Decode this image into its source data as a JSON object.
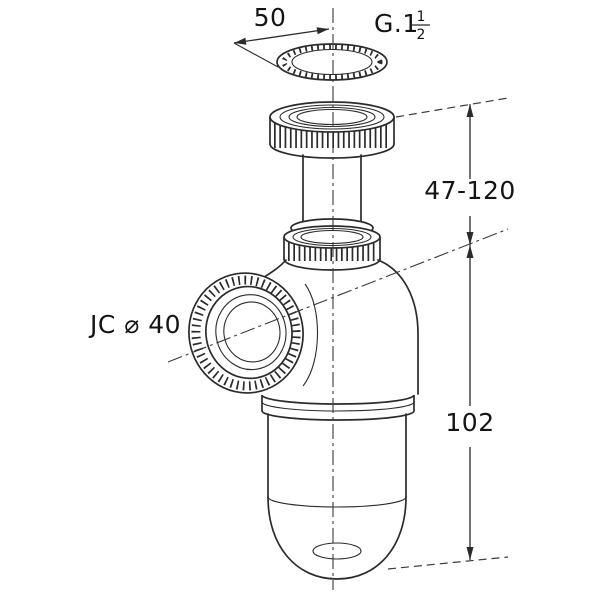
{
  "labels": {
    "washer_diameter": "50",
    "thread_prefix": "G.1",
    "thread_numerator": "1",
    "thread_denominator": "2",
    "inlet_connection": "JC ⌀ 40",
    "adjustable_height": "47-120",
    "cup_height": "102"
  },
  "colors": {
    "line": "#2b2b2b",
    "background": "#ffffff"
  }
}
